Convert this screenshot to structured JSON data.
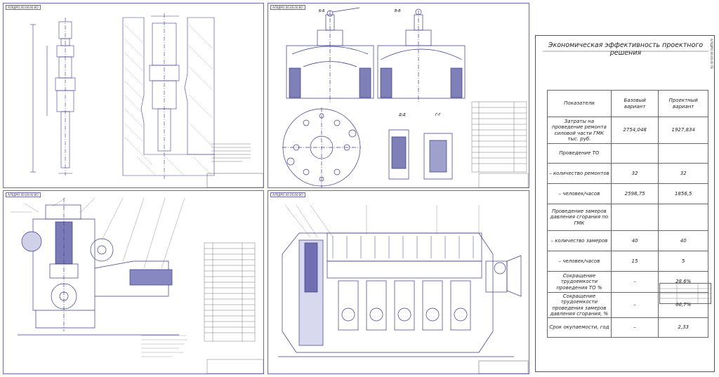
{
  "sheet_tags": {
    "s1": "АЛ0ДМ1.00.00.00 ВО",
    "s2": "АЛ0ДМ1.00.00.00 ВО",
    "s3": "АЛ0ДМ1.00.00.00 ВО",
    "s4": "АЛ0ДМ1.00.00.00 ВО"
  },
  "section_labels": {
    "bb": "Б-Б",
    "vv": "В-В",
    "dd": "Д-Д",
    "gg": "Г-Г"
  },
  "economics_table": {
    "title": "Экономическая эффективность проектного решения",
    "side_label": "АЛ0ДМ1.00.00.00 ТБ",
    "headers": [
      "Показатели",
      "Базовый вариант",
      "Проектный вариант"
    ],
    "rows": [
      {
        "label": "Затраты на проведение ремонта силовой части ГМК тыс. руб.",
        "base": "2754,048",
        "project": "1927,834"
      },
      {
        "label": "Проведение ТО",
        "base": "",
        "project": ""
      },
      {
        "label": "– количество ремонтов",
        "base": "32",
        "project": "32"
      },
      {
        "label": "– человек/часов",
        "base": "2598,75",
        "project": "1856,5"
      },
      {
        "label": "Проведение замеров давления сгорания по ГМК",
        "base": "",
        "project": ""
      },
      {
        "label": "– количество замеров",
        "base": "40",
        "project": "40"
      },
      {
        "label": "– человек/часов",
        "base": "15",
        "project": "5"
      },
      {
        "label": "Сокращение трудоемкости проведения ТО %",
        "base": "–",
        "project": "28,6%"
      },
      {
        "label": "Сокращение трудоемкости проведения замеров давления сгорания, %",
        "base": "–",
        "project": "66,7%"
      },
      {
        "label": "Срок окупаемости, год",
        "base": "–",
        "project": "2,33"
      }
    ]
  },
  "colors": {
    "line": "#3a3a8c",
    "hatch": "#7777aa",
    "background": "#ffffff"
  }
}
